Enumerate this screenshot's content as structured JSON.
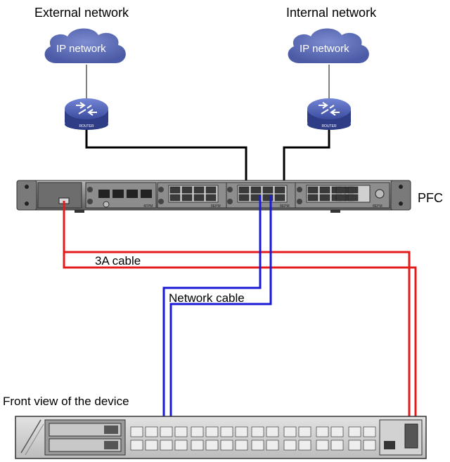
{
  "labels": {
    "external_network": "External network",
    "internal_network": "Internal network",
    "pfc": "PFC",
    "cable_3a": "3A cable",
    "network_cable": "Network cable",
    "front_view": "Front view of the device"
  },
  "clouds": {
    "left": "IP network",
    "right": "IP network"
  },
  "routers": {
    "left": "ROUTER",
    "right": "ROUTER"
  },
  "pfc_modules": {
    "m1": "4FPM",
    "m2": "8EPM",
    "m3": "8EPM",
    "m4": "8EPM"
  },
  "colors": {
    "cloud": "#5f6fb3",
    "router": "#4a5aa8",
    "cable_black": "#000000",
    "cable_red": "#e41b1b",
    "cable_blue": "#1a1ad6",
    "chassis": "#8f8f8f"
  }
}
